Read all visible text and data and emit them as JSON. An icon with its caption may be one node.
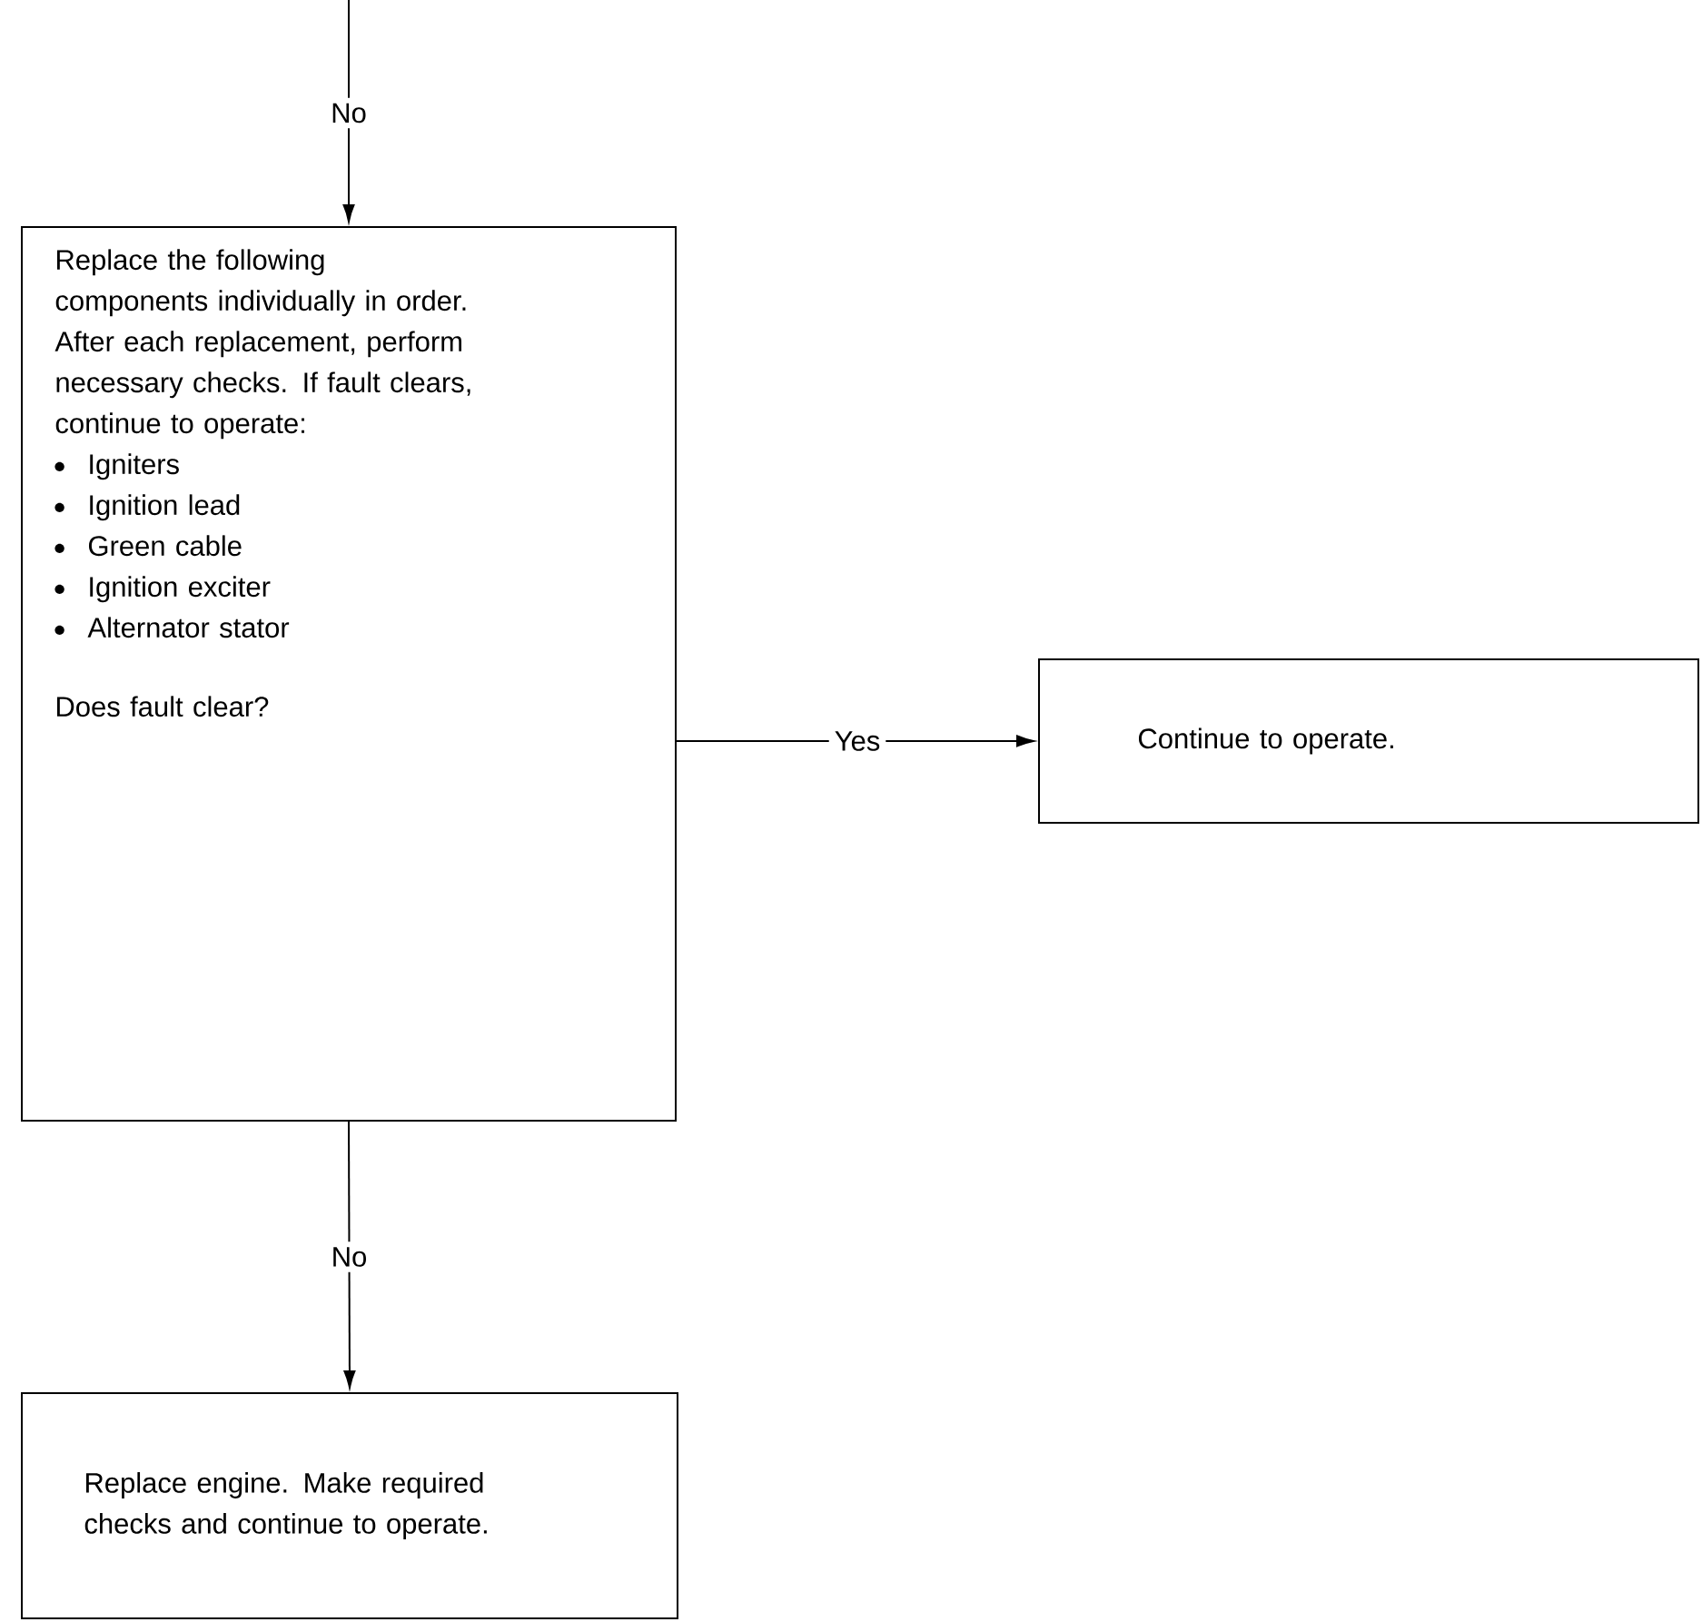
{
  "diagram": {
    "nodes": [
      {
        "text": [
          "Replace the following components individually in order. After each replacement, perform necessary checks. If fault clears, continue to operate:",
          "Igniters",
          "Ignition lead",
          "Green cable",
          "Ignition exciter",
          "Alternator stator",
          "Does fault clear?"
        ]
      },
      {
        "text": [
          "Continue to operate."
        ]
      },
      {
        "text": [
          "Replace engine. Make required checks and continue to operate."
        ]
      }
    ],
    "edges": [
      {
        "from": null,
        "to": 0,
        "arrow": "to",
        "label": "No"
      },
      {
        "from": 0,
        "to": 1,
        "arrow": "to",
        "label": "Yes"
      },
      {
        "from": 0,
        "to": 2,
        "arrow": "to",
        "label": "No"
      }
    ]
  }
}
